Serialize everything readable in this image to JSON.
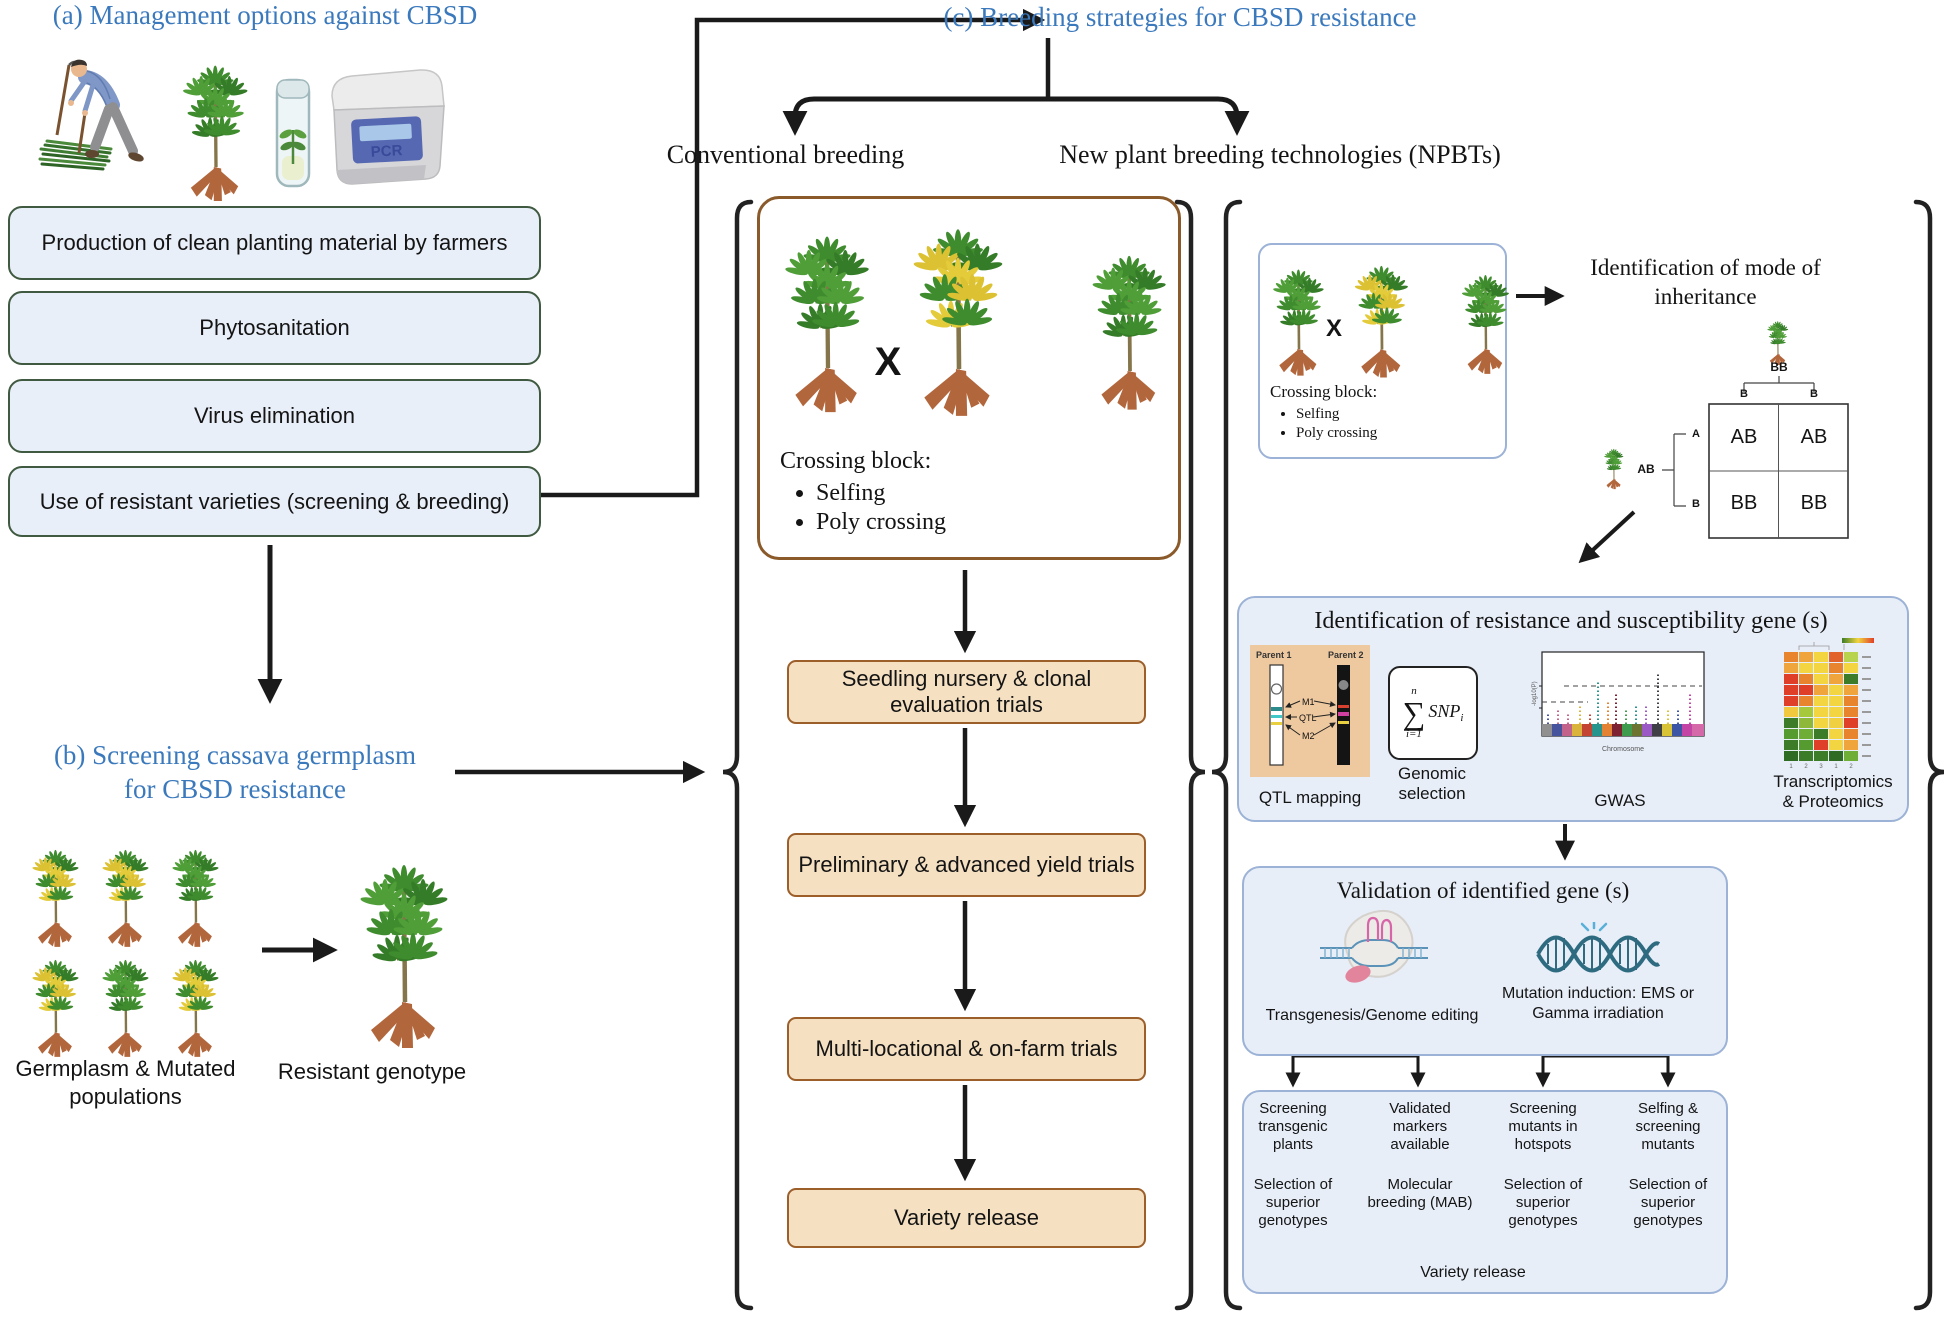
{
  "colors": {
    "header_blue": "#3b79bd",
    "option_fill": "#e9eff9",
    "option_border_green": "#3f5a40",
    "tan_fill": "#f5e0c2",
    "tan_border": "#9c5f2a",
    "conventional_border_brown": "#8a5a2b",
    "npbt_border": "#9cb2d6",
    "npbt_fill": "#e7eef8",
    "arrow": "#1a1a1a"
  },
  "section_a": {
    "title": "(a) Management options against CBSD",
    "options": [
      "Production of clean planting material by farmers",
      "Phytosanitation",
      "Virus elimination",
      "Use of resistant varieties (screening & breeding)"
    ],
    "icon_names": [
      "farmer-pruning-icon",
      "cassava-plant-icon",
      "tissue-culture-tube-icon",
      "pcr-machine-icon"
    ],
    "pcr_label": "PCR"
  },
  "section_b": {
    "title_line1": "(b) Screening cassava germplasm",
    "title_line2": "for CBSD resistance",
    "germplasm_label": "Germplasm & Mutated populations",
    "resistant_label": "Resistant genotype"
  },
  "section_c": {
    "title": "(c) Breeding strategies for CBSD resistance",
    "conventional": {
      "title": "Conventional breeding",
      "crossing_heading": "Crossing block:",
      "crossing_bullets": [
        "Selfing",
        "Poly crossing"
      ],
      "cross_symbol": "X",
      "stages": [
        "Seedling nursery & clonal evaluation trials",
        "Preliminary & advanced yield trials",
        "Multi-locational & on-farm trials",
        "Variety release"
      ]
    },
    "npbt": {
      "title": "New plant breeding technologies (NPBTs)",
      "crossing_heading": "Crossing block:",
      "crossing_bullets": [
        "Selfing",
        "Poly crossing"
      ],
      "cross_symbol": "X",
      "inheritance": {
        "title": "Identification of mode of inheritance",
        "parent_top": "BB",
        "parent_left": "AB",
        "col_alleles": [
          "B",
          "B"
        ],
        "row_alleles": [
          "A",
          "B"
        ],
        "cells": [
          "AB",
          "AB",
          "BB",
          "BB"
        ]
      },
      "identification": {
        "title": "Identification of resistance and susceptibility gene (s)",
        "qtl_label": "QTL mapping",
        "qtl_parent1": "Parent 1",
        "qtl_parent2": "Parent 2",
        "qtl_markers": [
          "M1",
          "QTL",
          "M2"
        ],
        "genomic_label": "Genomic selection",
        "formula": {
          "upper": "n",
          "lower": "i=1",
          "sigma": "∑",
          "term": "SNP",
          "index": "i"
        },
        "gwas_label": "GWAS",
        "gwas_xlabel": "Chromosome",
        "gwas_ylabel": "-log10(P)",
        "heatmap_col_labels": [
          "1",
          "2",
          "3",
          "1",
          "2"
        ],
        "omics_label": "Transcriptomics & Proteomics"
      },
      "validation": {
        "title": "Validation of identified gene (s)",
        "transgenesis_label": "Transgenesis/Genome editing",
        "mutation_label": "Mutation induction: EMS or Gamma irradiation"
      },
      "outcomes": {
        "columns": [
          {
            "top": "Screening transgenic plants",
            "bottom": "Selection of superior genotypes"
          },
          {
            "top": "Validated markers available",
            "bottom": "Molecular breeding (MAB)"
          },
          {
            "top": "Screening mutants in hotspots",
            "bottom": "Selection of superior genotypes"
          },
          {
            "top": "Selfing & screening mutants",
            "bottom": "Selection of superior genotypes"
          }
        ],
        "final": "Variety release"
      }
    }
  }
}
